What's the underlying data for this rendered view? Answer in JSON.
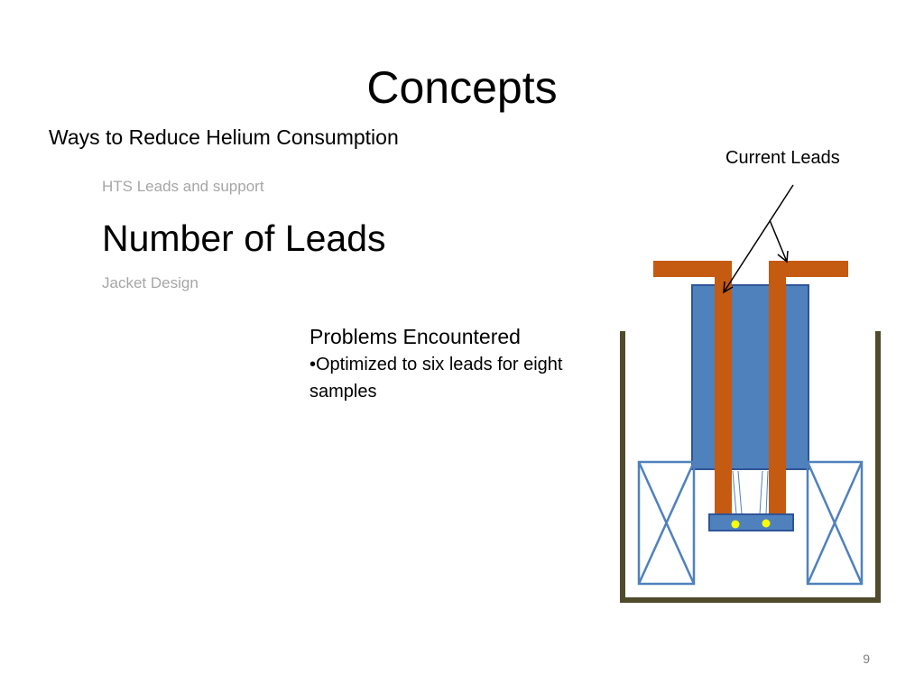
{
  "slide": {
    "title": "Concepts",
    "subtitle": "Ways to Reduce Helium Consumption",
    "menu": {
      "hts": "HTS Leads and support",
      "current": "Number of Leads",
      "jacket": "Jacket Design"
    },
    "problems": {
      "heading": "Problems Encountered",
      "bullet": "•Optimized to six leads for eight samples"
    },
    "slide_number": "9"
  },
  "diagram": {
    "label": "Current Leads",
    "colors": {
      "dewar": "#4f4b2c",
      "block": "#4f81bd",
      "block_edge": "#2f5597",
      "leads": "#c55a11",
      "coil": "#4f81bd",
      "sample_dot": "#ffff00",
      "arrow": "#000000"
    }
  }
}
